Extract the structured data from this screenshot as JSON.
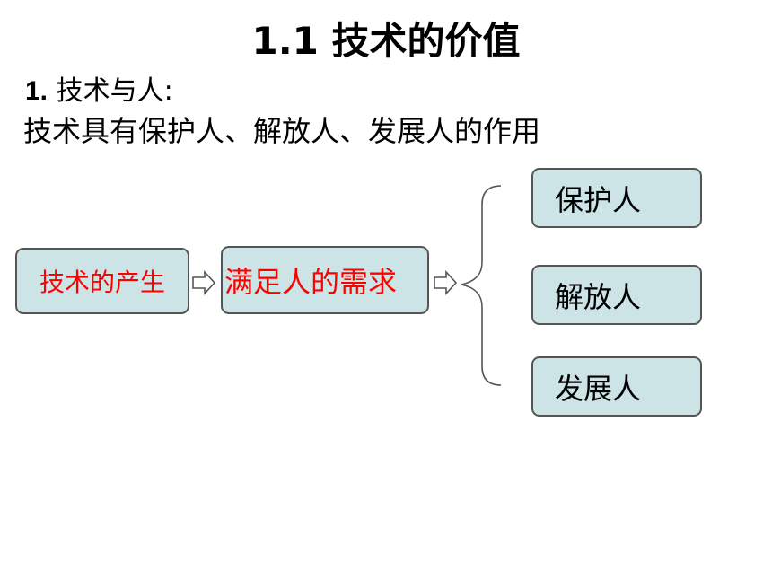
{
  "slide": {
    "title": "1.1  技术的价值",
    "section_number": "1.",
    "section_label": " 技术与人:",
    "statement": "技术具有保护人、解放人、发展人的作用"
  },
  "diagram": {
    "source": "技术的产生",
    "middle": "满足人的需求",
    "outcomes": [
      "保护人",
      "解放人",
      "发展人"
    ]
  },
  "colors": {
    "box_fill": "#cce4e6",
    "box_border": "#555555",
    "highlight_text": "#ff0000",
    "text": "#000000"
  }
}
